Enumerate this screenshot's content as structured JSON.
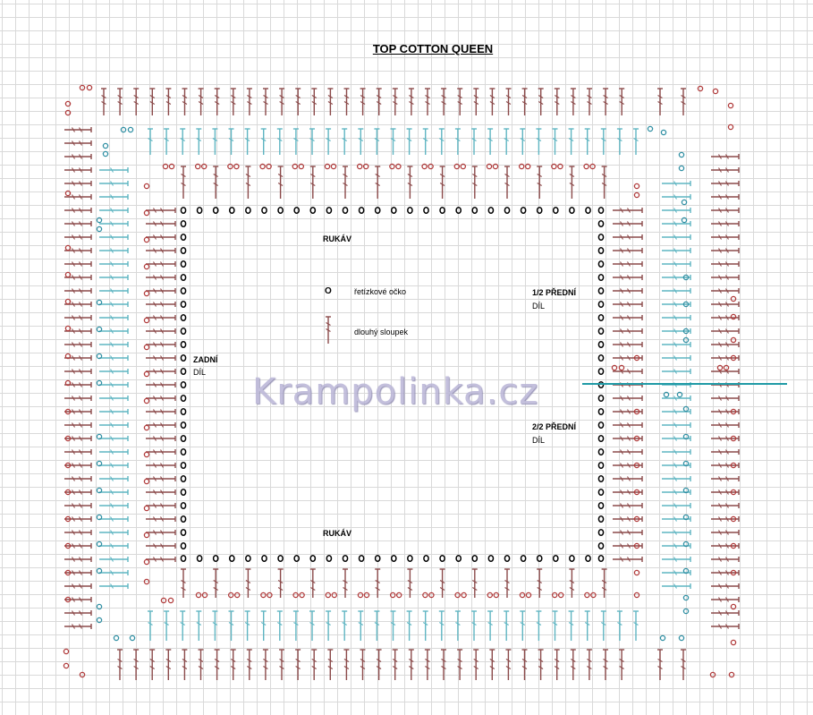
{
  "title": "TOP COTTON QUEEN",
  "labels": {
    "rukav_top": "RUKÁV",
    "rukav_bottom": "RUKÁV",
    "zadni_1": "ZADNÍ",
    "zadni_2": "DÍL",
    "predni1_1": "1/2 PŘEDNÍ",
    "predni1_2": "DÍL",
    "predni2_1": "2/2 PŘEDNÍ",
    "predni2_2": "DÍL"
  },
  "legend": {
    "chain_symbol": "O",
    "chain_text": "řetízkové očko",
    "treble_text": "dlouhý sloupek"
  },
  "watermark": "Krampolinka.cz",
  "colors": {
    "brown": "#8b4a4a",
    "teal": "#5fb5c2",
    "red_ring": "#b03a3a",
    "blue_ring": "#2f8fa3",
    "black": "#000000",
    "separator": "#1f9aa6"
  },
  "icons": [
    "chain-stitch-icon",
    "long-treble-stitch-icon",
    "double-crochet-stitch-icon",
    "half-stitch-icon",
    "ring-icon"
  ]
}
